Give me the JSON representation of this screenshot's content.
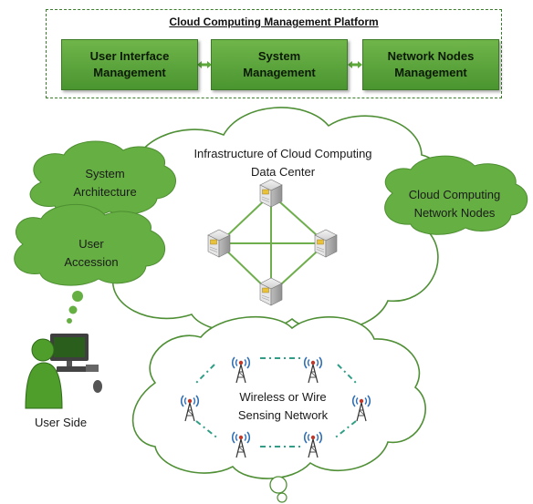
{
  "platform": {
    "title": "Cloud Computing Management Platform",
    "modules": [
      {
        "line1": "User Interface",
        "line2": "Management"
      },
      {
        "line1": "System",
        "line2": "Management"
      },
      {
        "line1": "Network Nodes",
        "line2": "Management"
      }
    ]
  },
  "data_center": {
    "line1": "Infrastructure of Cloud Computing",
    "line2": "Data Center"
  },
  "system_architecture": {
    "line1": "System",
    "line2": "Architecture"
  },
  "user_accession": {
    "line1": "User",
    "line2": "Accession"
  },
  "network_nodes": {
    "line1": "Cloud Computing",
    "line2": "Network Nodes"
  },
  "sensing": {
    "line1": "Wireless or Wire",
    "line2": "Sensing Network"
  },
  "user_side": "User Side",
  "colors": {
    "accent_green": "#5ea83c",
    "dark_green": "#3b7a24",
    "cloud_stroke": "#3f8a2a"
  }
}
